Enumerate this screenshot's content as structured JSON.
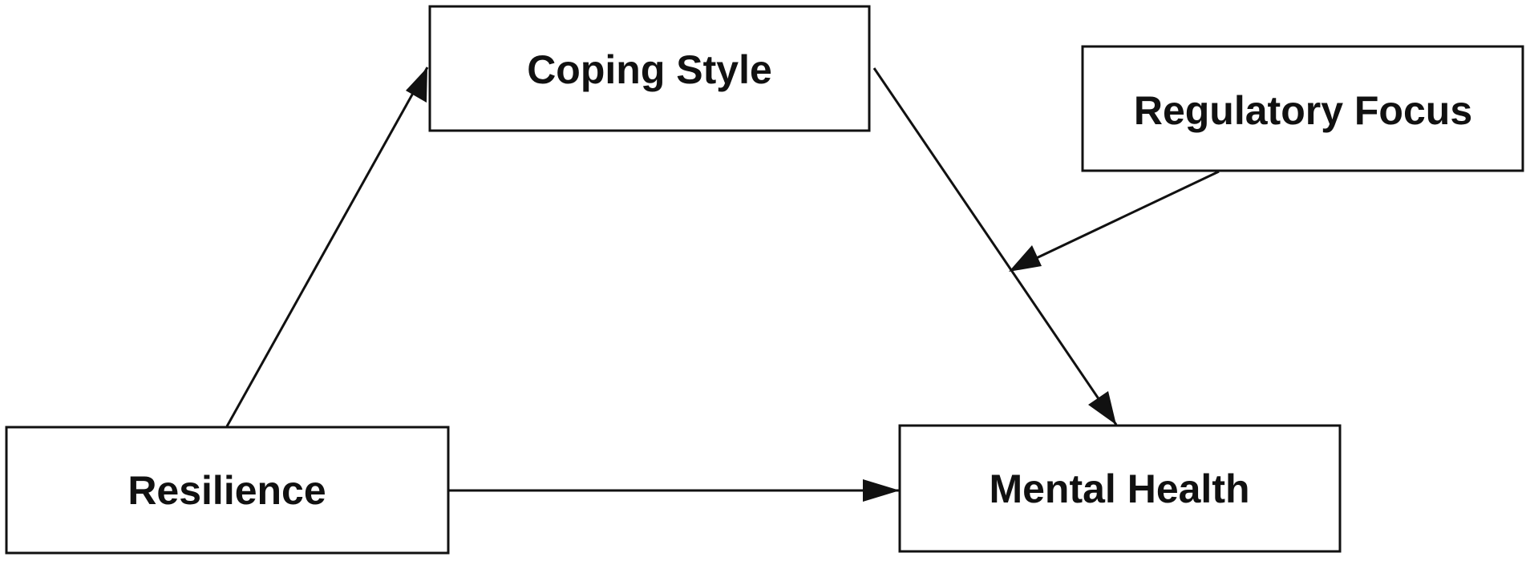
{
  "nodes": {
    "coping_style": {
      "label": "Coping Style"
    },
    "regulatory_focus": {
      "label": "Regulatory Focus"
    },
    "resilience": {
      "label": "Resilience"
    },
    "mental_health": {
      "label": "Mental Health"
    }
  },
  "edges": [
    {
      "from": "resilience",
      "to": "coping_style"
    },
    {
      "from": "coping_style",
      "to": "mental_health"
    },
    {
      "from": "resilience",
      "to": "mental_health"
    },
    {
      "from": "regulatory_focus",
      "to": "coping_style-mental_health path"
    }
  ],
  "colors": {
    "stroke": "#111111",
    "background": "#ffffff"
  }
}
